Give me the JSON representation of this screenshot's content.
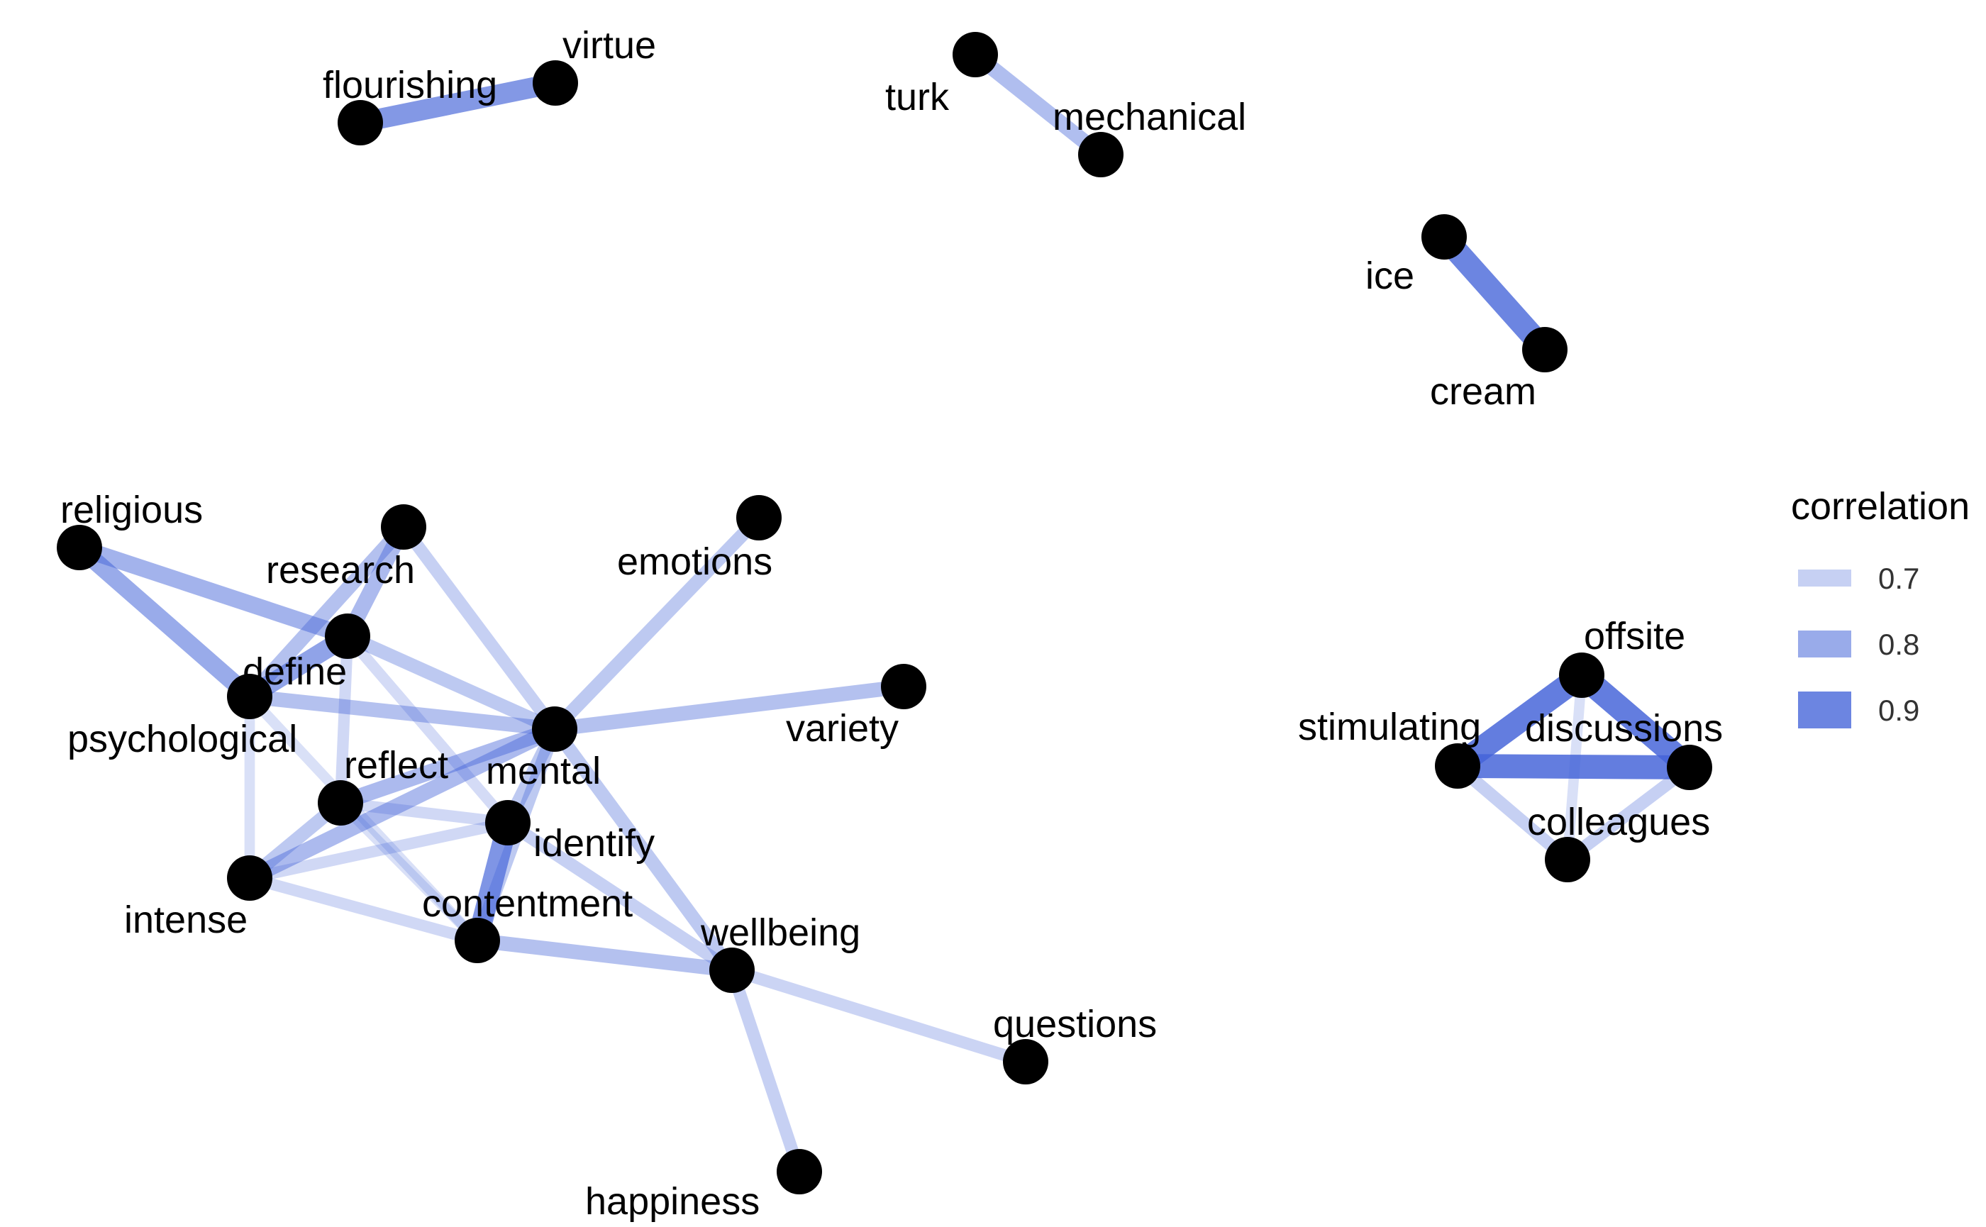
{
  "legend": {
    "title": "correlation",
    "entries": [
      {
        "label": "0.7",
        "value": 0.7
      },
      {
        "label": "0.8",
        "value": 0.8
      },
      {
        "label": "0.9",
        "value": 0.9
      }
    ]
  },
  "colors": {
    "edge": "#4363d8",
    "node": "#000000"
  },
  "nodes": [
    {
      "id": "flourishing",
      "label": "flourishing"
    },
    {
      "id": "virtue",
      "label": "virtue"
    },
    {
      "id": "turk",
      "label": "turk"
    },
    {
      "id": "mechanical",
      "label": "mechanical"
    },
    {
      "id": "ice",
      "label": "ice"
    },
    {
      "id": "cream",
      "label": "cream"
    },
    {
      "id": "religious",
      "label": "religious"
    },
    {
      "id": "research",
      "label": "research"
    },
    {
      "id": "emotions",
      "label": "emotions"
    },
    {
      "id": "define",
      "label": "define"
    },
    {
      "id": "psychological",
      "label": "psychological"
    },
    {
      "id": "variety",
      "label": "variety"
    },
    {
      "id": "mental",
      "label": "mental"
    },
    {
      "id": "reflect",
      "label": "reflect"
    },
    {
      "id": "identify",
      "label": "identify"
    },
    {
      "id": "intense",
      "label": "intense"
    },
    {
      "id": "contentment",
      "label": "contentment"
    },
    {
      "id": "wellbeing",
      "label": "wellbeing"
    },
    {
      "id": "questions",
      "label": "questions"
    },
    {
      "id": "happiness",
      "label": "happiness"
    },
    {
      "id": "offsite",
      "label": "offsite"
    },
    {
      "id": "stimulating",
      "label": "stimulating"
    },
    {
      "id": "discussions",
      "label": "discussions"
    },
    {
      "id": "colleagues",
      "label": "colleagues"
    }
  ],
  "edges": [
    {
      "source": "flourishing",
      "target": "virtue",
      "correlation": 0.85
    },
    {
      "source": "turk",
      "target": "mechanical",
      "correlation": 0.75
    },
    {
      "source": "ice",
      "target": "cream",
      "correlation": 0.9
    },
    {
      "source": "religious",
      "target": "psychological",
      "correlation": 0.8
    },
    {
      "source": "religious",
      "target": "define",
      "correlation": 0.78
    },
    {
      "source": "research",
      "target": "define",
      "correlation": 0.76
    },
    {
      "source": "research",
      "target": "psychological",
      "correlation": 0.74
    },
    {
      "source": "research",
      "target": "mental",
      "correlation": 0.7
    },
    {
      "source": "define",
      "target": "psychological",
      "correlation": 0.82
    },
    {
      "source": "define",
      "target": "mental",
      "correlation": 0.72
    },
    {
      "source": "define",
      "target": "reflect",
      "correlation": 0.68
    },
    {
      "source": "define",
      "target": "identify",
      "correlation": 0.67
    },
    {
      "source": "psychological",
      "target": "mental",
      "correlation": 0.74
    },
    {
      "source": "psychological",
      "target": "intense",
      "correlation": 0.66
    },
    {
      "source": "psychological",
      "target": "contentment",
      "correlation": 0.66
    },
    {
      "source": "emotions",
      "target": "mental",
      "correlation": 0.72
    },
    {
      "source": "variety",
      "target": "mental",
      "correlation": 0.74
    },
    {
      "source": "mental",
      "target": "reflect",
      "correlation": 0.76
    },
    {
      "source": "mental",
      "target": "intense",
      "correlation": 0.76
    },
    {
      "source": "mental",
      "target": "identify",
      "correlation": 0.72
    },
    {
      "source": "mental",
      "target": "contentment",
      "correlation": 0.72
    },
    {
      "source": "mental",
      "target": "wellbeing",
      "correlation": 0.72
    },
    {
      "source": "reflect",
      "target": "intense",
      "correlation": 0.72
    },
    {
      "source": "reflect",
      "target": "identify",
      "correlation": 0.68
    },
    {
      "source": "reflect",
      "target": "contentment",
      "correlation": 0.66
    },
    {
      "source": "identify",
      "target": "contentment",
      "correlation": 0.86
    },
    {
      "source": "identify",
      "target": "wellbeing",
      "correlation": 0.7
    },
    {
      "source": "intense",
      "target": "contentment",
      "correlation": 0.68
    },
    {
      "source": "intense",
      "target": "identify",
      "correlation": 0.68
    },
    {
      "source": "contentment",
      "target": "wellbeing",
      "correlation": 0.74
    },
    {
      "source": "wellbeing",
      "target": "questions",
      "correlation": 0.69
    },
    {
      "source": "wellbeing",
      "target": "happiness",
      "correlation": 0.7
    },
    {
      "source": "offsite",
      "target": "stimulating",
      "correlation": 0.92
    },
    {
      "source": "offsite",
      "target": "discussions",
      "correlation": 0.92
    },
    {
      "source": "stimulating",
      "target": "discussions",
      "correlation": 0.92
    },
    {
      "source": "stimulating",
      "target": "colleagues",
      "correlation": 0.7
    },
    {
      "source": "discussions",
      "target": "colleagues",
      "correlation": 0.7
    },
    {
      "source": "offsite",
      "target": "colleagues",
      "correlation": 0.66
    }
  ]
}
